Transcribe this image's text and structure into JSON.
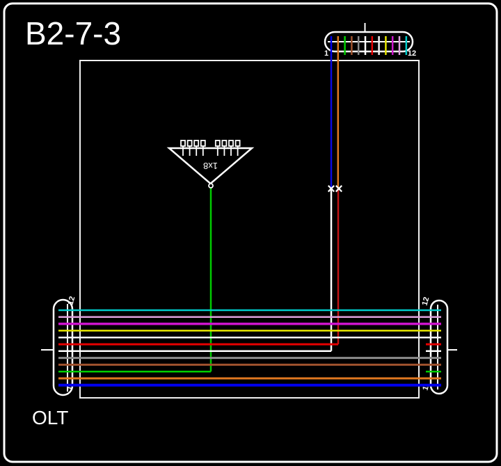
{
  "title": "B2-7-3",
  "olt_label": "OLT",
  "splice_mark": "×",
  "splitter": {
    "label": "1x8",
    "output_count": 8
  },
  "top_connector": {
    "first_label": "1",
    "last_label": "12",
    "pins": [
      {
        "n": 1,
        "color": "blue",
        "hex": "#0000EE"
      },
      {
        "n": 2,
        "color": "orange",
        "hex": "#E07820"
      },
      {
        "n": 3,
        "color": "green",
        "hex": "#00CC00"
      },
      {
        "n": 4,
        "color": "brown",
        "hex": "#A0522D"
      },
      {
        "n": 5,
        "color": "slate",
        "hex": "#8C8C8C"
      },
      {
        "n": 6,
        "color": "white",
        "hex": "#FFFFFF"
      },
      {
        "n": 7,
        "color": "red",
        "hex": "#E60000"
      },
      {
        "n": 8,
        "color": "black-shown-white",
        "hex": "#F2F2F2"
      },
      {
        "n": 9,
        "color": "yellow",
        "hex": "#E6E600"
      },
      {
        "n": 10,
        "color": "violet",
        "hex": "#CC14CC"
      },
      {
        "n": 11,
        "color": "rose",
        "hex": "#DDA0DD"
      },
      {
        "n": 12,
        "color": "aqua",
        "hex": "#00CCCC"
      }
    ]
  },
  "left_connector": {
    "top_label": "12",
    "bottom_label": "1"
  },
  "right_connector": {
    "top_label": "12",
    "bottom_label": "1"
  },
  "feeder_fibers": [
    {
      "n": 12,
      "color": "aqua",
      "hex": "#00CCCC",
      "route": "through"
    },
    {
      "n": 11,
      "color": "rose",
      "hex": "#DDA0DD",
      "route": "through"
    },
    {
      "n": 10,
      "color": "violet",
      "hex": "#CC14CC",
      "route": "through"
    },
    {
      "n": 9,
      "color": "yellow",
      "hex": "#E6E600",
      "route": "through"
    },
    {
      "n": 8,
      "color": "black-shown-white",
      "hex": "#F2F2F2",
      "route": "through"
    },
    {
      "n": 7,
      "color": "red",
      "hex": "#E60000",
      "route": "spliced-to-top-pin-2"
    },
    {
      "n": 6,
      "color": "white",
      "hex": "#FFFFFF",
      "route": "spliced-to-top-pin-1"
    },
    {
      "n": 5,
      "color": "slate",
      "hex": "#8C8C8C",
      "route": "through"
    },
    {
      "n": 4,
      "color": "brown",
      "hex": "#A0522D",
      "route": "through"
    },
    {
      "n": 3,
      "color": "green",
      "hex": "#00CC00",
      "route": "to-splitter-input"
    },
    {
      "n": 2,
      "color": "orange",
      "hex": "#E07820",
      "route": "through"
    },
    {
      "n": 1,
      "color": "blue",
      "hex": "#0000EE",
      "route": "through"
    }
  ],
  "drop_fibers": [
    {
      "from_top_pin": 1,
      "color": "blue",
      "hex": "#0A0AE0",
      "spliced_to_color": "white",
      "spliced_hex": "#FFFFFF"
    },
    {
      "from_top_pin": 2,
      "color": "orange",
      "hex": "#E07820",
      "spliced_to_color": "red",
      "spliced_hex": "#C01414"
    }
  ]
}
